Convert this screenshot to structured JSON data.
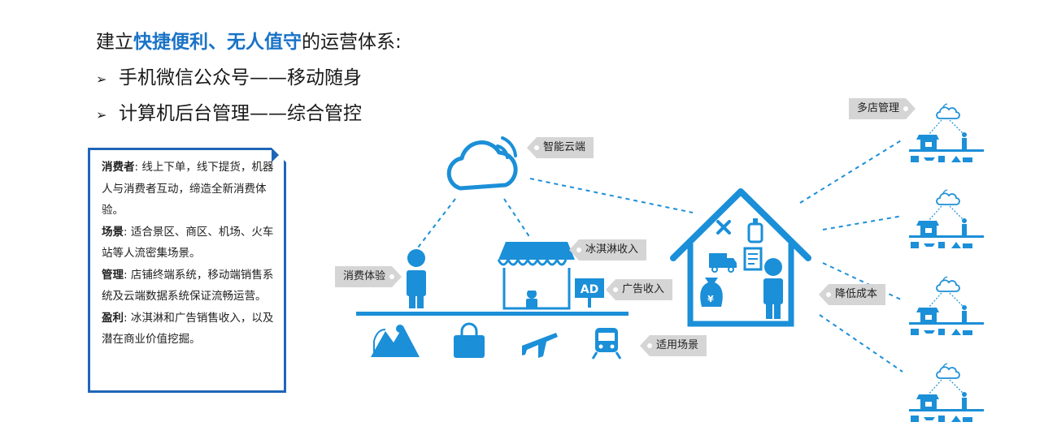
{
  "headline": {
    "prefix": "建立",
    "highlight": "快捷便利、无人值守",
    "suffix": "的运营体系:"
  },
  "bullets": [
    {
      "marker": "➢",
      "text": "手机微信公众号——移动随身"
    },
    {
      "marker": "➢",
      "text": "计算机后台管理——综合管控"
    }
  ],
  "card": {
    "items": [
      {
        "key": "消费者",
        "text": ": 线上下单，线下提货，机器人与消费者互动，缔造全新消费体验。"
      },
      {
        "key": "场景",
        "text": ": 适合景区、商区、机场、火车站等人流密集场景。"
      },
      {
        "key": "管理",
        "text": ": 店铺终端系统，移动端销售系统及云端数据系统保证流畅运营。"
      },
      {
        "key": "盈利",
        "text": ": 冰淇淋和广告销售收入，以及潜在商业价值挖掘。"
      }
    ]
  },
  "tags": {
    "cloud": "智能云端",
    "icecream": "冰淇淋收入",
    "ad": "广告收入",
    "consumer": "消费体验",
    "scenes": "适用场景",
    "cost": "降低成本",
    "multistore": "多店管理"
  },
  "ad_sign": "AD",
  "colors": {
    "accent": "#1a73c7",
    "icon_blue": "#1b8fd8",
    "card_border": "#1f66b8",
    "tag_bg": "#d5d5d5"
  }
}
